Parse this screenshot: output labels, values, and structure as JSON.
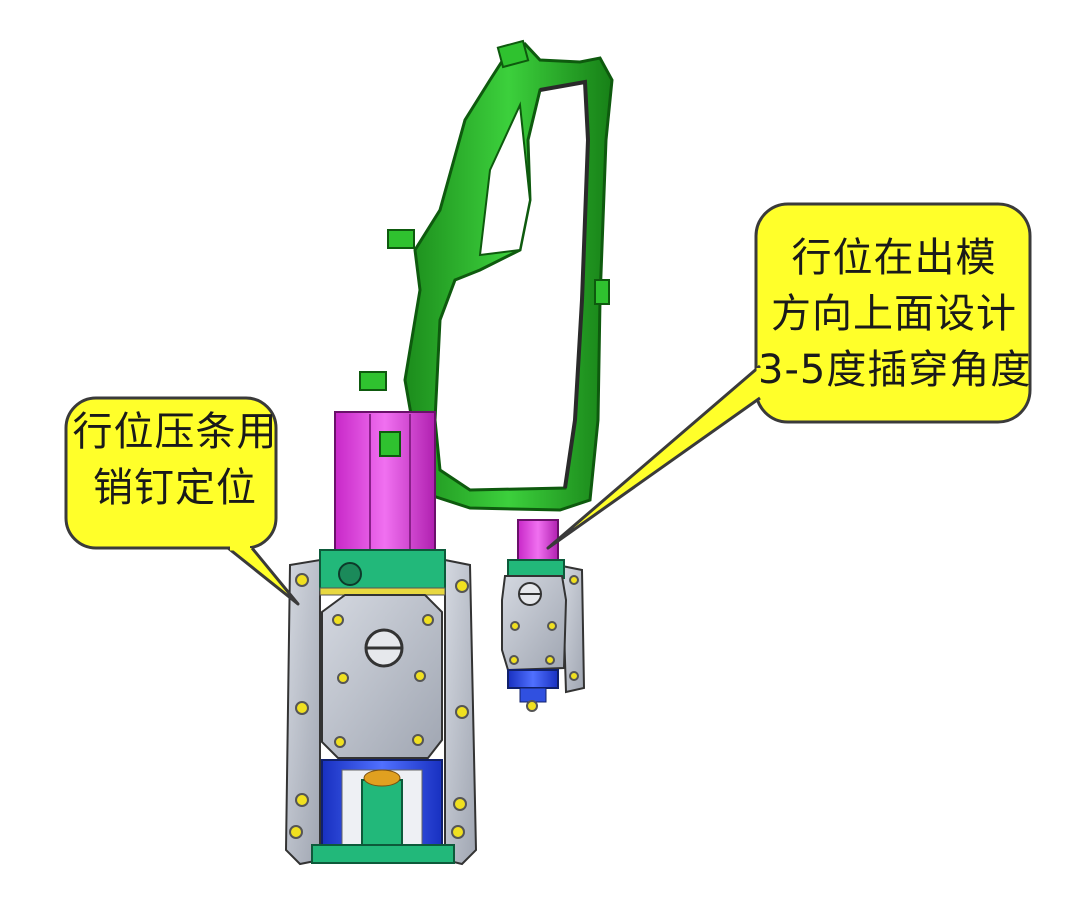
{
  "callouts": {
    "left": {
      "lines": [
        "行位压条用",
        "销钉定位"
      ]
    },
    "right": {
      "lines": [
        "行位在出模",
        "方向上面设计",
        "3-5度插穿角度"
      ]
    }
  },
  "colors": {
    "background": "#ffffff",
    "callout_fill": "#ffff2a",
    "callout_stroke": "#3a3a3a",
    "part_green": "#22b022",
    "slider_magenta": "#e040e0",
    "plate_gray": "#b9bec8",
    "insert_blue": "#3050e0",
    "pin_yellow": "#f0e020"
  }
}
